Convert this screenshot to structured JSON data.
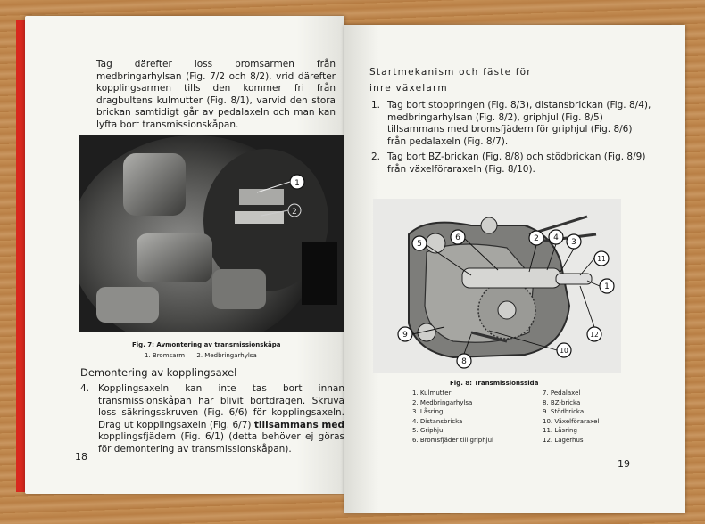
{
  "left_page": {
    "intro_paragraph": "Tag därefter loss bromsarmen från medbringarhylsan (Fig. 7/2 och 8/2), vrid därefter kopplingsarmen tills den kommer fri från dragbultens kulmutter (Fig. 8/1), varvid den stora brickan samtidigt går av pedalaxeln och man kan lyfta bort transmissionskåpan.",
    "photo_callouts": [
      "1",
      "2"
    ],
    "figure_caption": "Fig. 7: Avmontering av transmissionskåpa",
    "figure_legend": "1. Bromsarm      2. Medbringarhylsa",
    "section_heading": "Demontering av kopplingsaxel",
    "step_number": "4.",
    "step_text_a": "Kopplingsaxeln kan inte tas bort innan transmissionskåpan har blivit bortdragen. Skruva loss säkringsskruven (Fig. 6/6) för kopplingsaxeln. Drag ut kopplingsaxeln (Fig. 6/7)",
    "step_bold": "tillsammans med",
    "step_text_b": "kopplingsfjädern (Fig. 6/1) (detta behöver ej göras för demontering av transmissionskåpan).",
    "page_number": "18"
  },
  "right_page": {
    "heading_line1": "Startmekanism och fäste för",
    "heading_line2": "inre växelarm",
    "steps": [
      {
        "number": "1.",
        "text": "Tag bort stoppringen (Fig. 8/3), distansbrickan (Fig. 8/4), medbringarhylsan (Fig. 8/2), griphjul (Fig. 8/5) tillsammans med bromsfjädern för griphjul (Fig. 8/6) från pedalaxeln (Fig. 8/7)."
      },
      {
        "number": "2.",
        "text": "Tag bort BZ-brickan (Fig. 8/8) och stödbrickan (Fig. 8/9) från växelföraraxeln (Fig. 8/10)."
      }
    ],
    "diagram_callouts": [
      "1",
      "2",
      "3",
      "4",
      "5",
      "6",
      "8",
      "9",
      "10",
      "11",
      "12"
    ],
    "figure_caption": "Fig. 8: Transmissionssida",
    "parts_left": [
      "1. Kulmutter",
      "2. Medbringarhylsa",
      "3. Låsring",
      "4. Distansbricka",
      "5. Griphjul",
      "6. Bromsfjäder till griphjul"
    ],
    "parts_right": [
      "7. Pedalaxel",
      "8. BZ-bricka",
      "9. Stödbricka",
      "10. Växelföraraxel",
      "11. Låsring",
      "12. Lagerhus"
    ],
    "page_number": "19"
  }
}
